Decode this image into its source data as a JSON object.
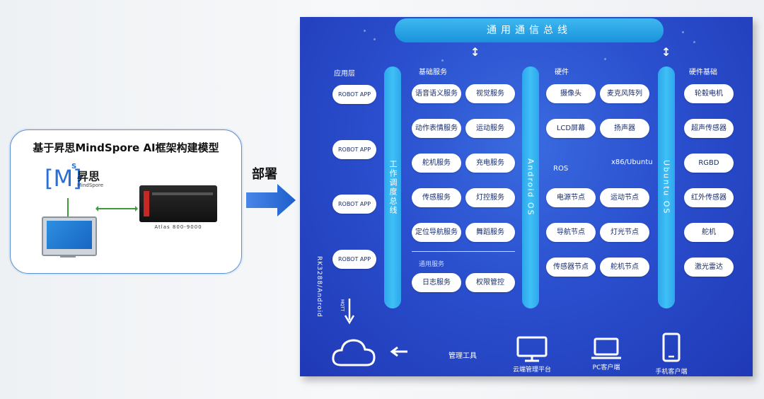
{
  "left": {
    "title": "基于昇思MindSpore AI框架构建模型",
    "logo_bracket": "[M]",
    "logo_s": "S",
    "logo_cn": "昇思",
    "logo_en": "MindSpore",
    "server_label": "Atlas 800-9000"
  },
  "deploy": {
    "label": "部署"
  },
  "panel": {
    "bus_top": "通用通信总线",
    "columns": {
      "app": "应用层",
      "basic": "基础服务",
      "hardware": "硬件",
      "hw_base": "硬件基础"
    },
    "robot_apps": [
      "ROBOT APP",
      "ROBOT APP",
      "ROBOT APP",
      "ROBOT APP"
    ],
    "basic_services": [
      [
        "语音语义服务",
        "视觉服务"
      ],
      [
        "动作表情服务",
        "运动服务"
      ],
      [
        "舵机服务",
        "充电服务"
      ],
      [
        "传感服务",
        "灯控服务"
      ],
      [
        "定位导航服务",
        "舞蹈服务"
      ]
    ],
    "common_label": "通用服务",
    "common_services": [
      "日志服务",
      "权限管控"
    ],
    "work_bus": "工作调度总线",
    "android_os": "Android OS",
    "ubuntu_os": "Ubuntu OS",
    "hardware": {
      "devices": [
        [
          "摄像头",
          "麦克风阵列"
        ],
        [
          "LCD屏幕",
          "扬声器"
        ]
      ],
      "ros_label": "ROS",
      "x86_label": "x86/Ubuntu",
      "nodes": [
        [
          "电源节点",
          "运动节点"
        ],
        [
          "导航节点",
          "灯光节点"
        ],
        [
          "传感器节点",
          "舵机节点"
        ]
      ]
    },
    "hw_base_items": [
      "轮毂电机",
      "超声传感器",
      "RGBD",
      "红外传感器",
      "舵机",
      "激光雷达"
    ],
    "rk_label": "RK3288/Android",
    "mqtt_label": "MQTT",
    "bottom": {
      "tools_label": "管理工具",
      "cloud_caption": "云端管理平台",
      "pc_caption": "PC客户端",
      "mobile_caption": "手机客户端"
    }
  },
  "colors": {
    "panel": "#2a4fce",
    "bus": "#2ea6ec",
    "pill_text": "#1a2d6b"
  }
}
